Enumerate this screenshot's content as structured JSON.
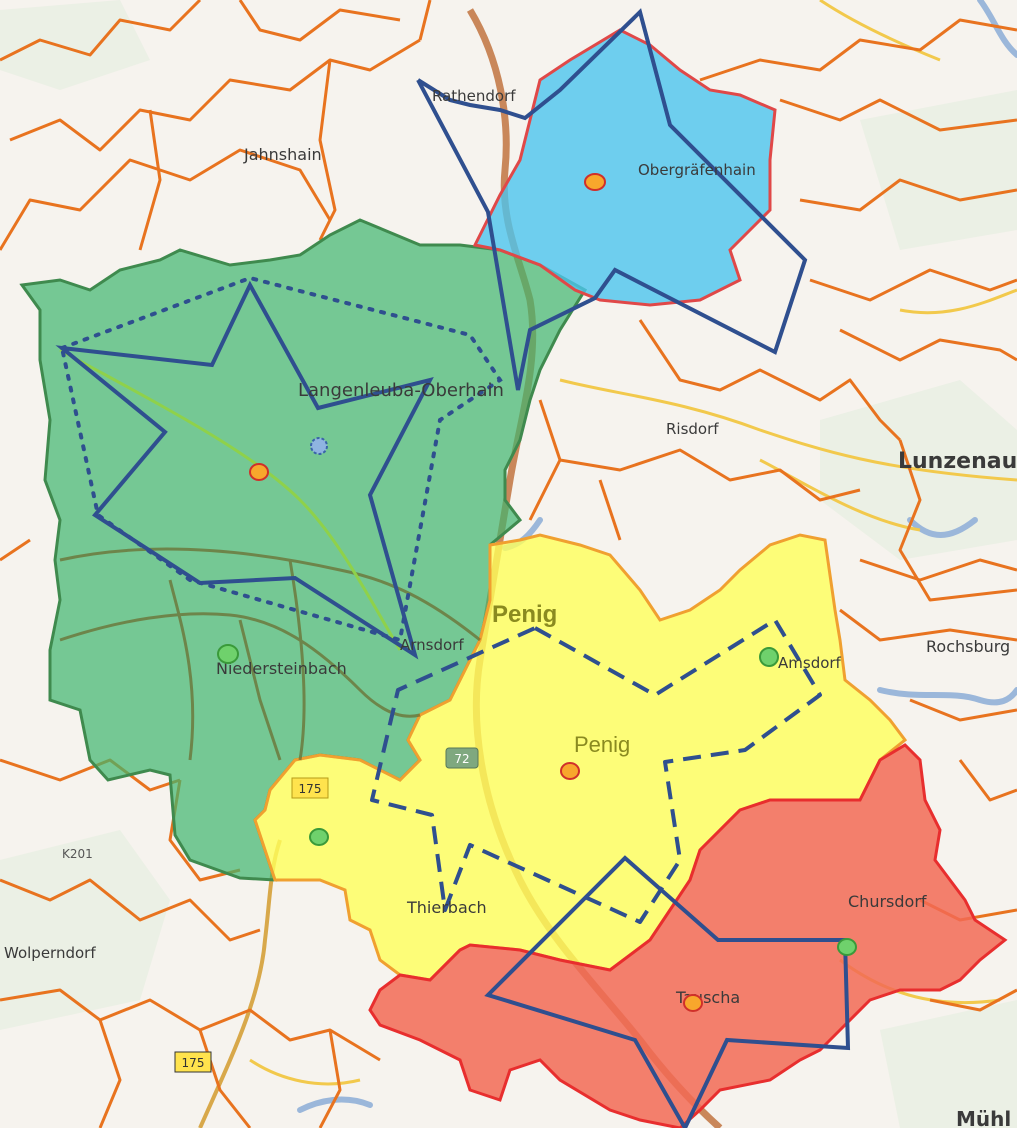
{
  "map": {
    "colors": {
      "background": "#f6f3ee",
      "municipal_border": "#e8731f",
      "road_minor": "#f2c94c",
      "autobahn": "#c9875a",
      "water": "#9bb7da",
      "zone_green": "#3fb56d",
      "zone_blue": "#4cc4ee",
      "zone_yellow": "#ffff5a",
      "zone_red": "#f26a55",
      "outline_navy": "#2f4f8f",
      "marker_orange": "#f8a72c",
      "marker_green": "#6fd16c"
    },
    "places": [
      {
        "name": "Rathendorf",
        "kind": "village"
      },
      {
        "name": "Jahnshain",
        "kind": "village"
      },
      {
        "name": "Obergräfenhain",
        "kind": "village"
      },
      {
        "name": "Langenleuba-Oberhain",
        "kind": "village"
      },
      {
        "name": "Risdorf",
        "kind": "village"
      },
      {
        "name": "Lunzenau",
        "kind": "town"
      },
      {
        "name": "Penig",
        "kind": "district-heading"
      },
      {
        "name": "Penig",
        "kind": "town"
      },
      {
        "name": "Amsdorf",
        "kind": "village"
      },
      {
        "name": "Rochsburg",
        "kind": "village"
      },
      {
        "name": "Niedersteinbach",
        "kind": "village"
      },
      {
        "name": "Arnsdorf",
        "kind": "village"
      },
      {
        "name": "Thierbach",
        "kind": "village"
      },
      {
        "name": "Chursdorf",
        "kind": "village"
      },
      {
        "name": "Tauscha",
        "kind": "village"
      },
      {
        "name": "Mühl",
        "kind": "town"
      },
      {
        "name": "Wolperndorf",
        "kind": "village"
      }
    ],
    "road_shields": [
      {
        "label": "72",
        "type": "bundesstrasse"
      },
      {
        "label": "175",
        "type": "bundesstrasse"
      },
      {
        "label": "175",
        "type": "bundesstrasse"
      },
      {
        "label": "K201",
        "type": "kreisstrasse"
      }
    ],
    "markers": [
      {
        "name": "center-obergraefenhain",
        "color": "orange"
      },
      {
        "name": "center-langenleuba",
        "color": "orange"
      },
      {
        "name": "center-langenleuba-dashed",
        "color": "blue"
      },
      {
        "name": "center-niedersteinbach",
        "color": "green"
      },
      {
        "name": "center-penig",
        "color": "orange"
      },
      {
        "name": "center-amsdorf",
        "color": "green"
      },
      {
        "name": "center-thierbach",
        "color": "green"
      },
      {
        "name": "center-chursdorf",
        "color": "green"
      },
      {
        "name": "center-tauscha",
        "color": "orange"
      }
    ]
  }
}
